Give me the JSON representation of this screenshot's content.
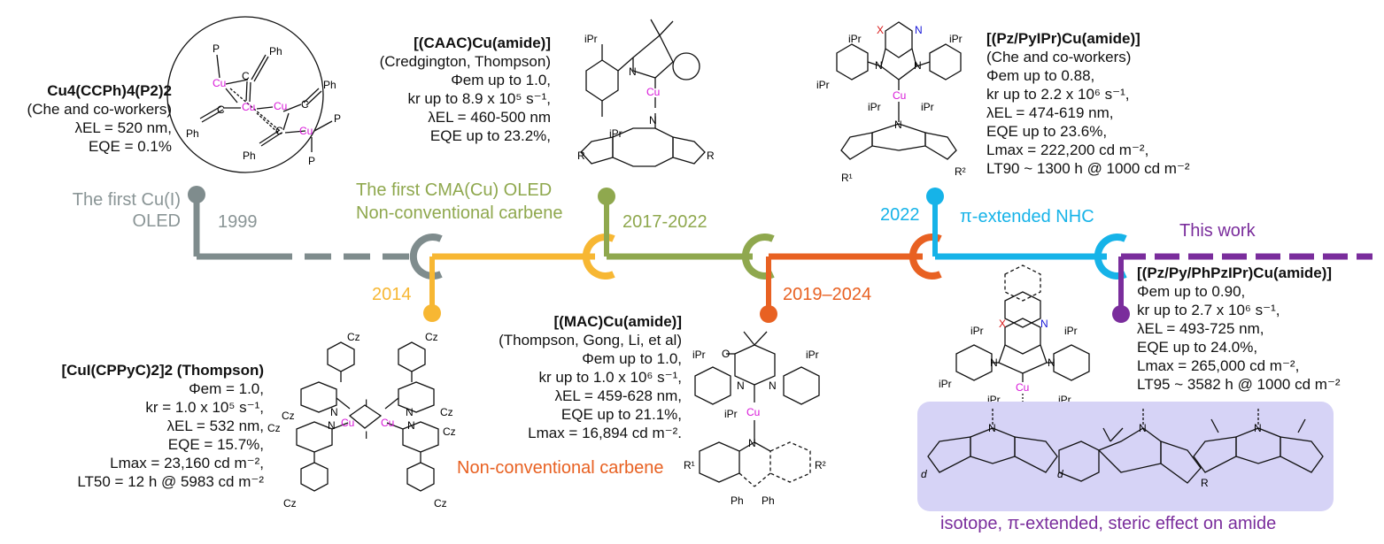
{
  "colors": {
    "gray": "#7f8c8d",
    "yellow": "#f7b733",
    "green": "#8fa84e",
    "orange": "#e86122",
    "cyan": "#16b3e8",
    "purple": "#7a2d9c",
    "cu": "#d816d8",
    "panel": "#d6d3f6"
  },
  "milestones": [
    {
      "year": "1999",
      "title_lines": [
        "The first Cu(I)",
        "OLED"
      ]
    },
    {
      "year": "2014"
    },
    {
      "year": "2017-2022",
      "title_lines": [
        "The first CMA(Cu) OLED",
        "Non-conventional carbene"
      ]
    },
    {
      "year": "2019–2024",
      "title_lines": [
        "Non-conventional carbene"
      ]
    },
    {
      "year": "2022",
      "title_lines": [
        "π-extended NHC"
      ]
    },
    {
      "title_lines": [
        "This work"
      ]
    }
  ],
  "compounds": {
    "cu4": {
      "name": "Cu4(CCPh)4(P2)2",
      "lines": [
        "(Che and co-workers)",
        "λEL = 520 nm,",
        "EQE = 0.1%"
      ]
    },
    "caac": {
      "name": "[(CAAC)Cu(amide)]",
      "lines": [
        "(Credgington, Thompson)",
        "Φem up to 1.0,",
        "kr up to 8.9 x 10⁵ s⁻¹,",
        "λEL = 460-500 nm",
        "EQE up to 23.2%,"
      ]
    },
    "pzpyipr": {
      "name": "[(Pz/PyIPr)Cu(amide)]",
      "lines": [
        "(Che and co-workers)",
        "Φem up to 0.88,",
        "kr up to 2.2 x 10⁶ s⁻¹,",
        "λEL = 474-619 nm,",
        "EQE up to 23.6%,",
        "Lmax = 222,200 cd m⁻²,",
        "LT90 ~ 1300 h @ 1000 cd m⁻²"
      ]
    },
    "cuicppyc": {
      "name": "[CuI(CPPyC)2]2 (Thompson)",
      "lines": [
        "Φem = 1.0,",
        "kr = 1.0 x 10⁵ s⁻¹,",
        "λEL = 532 nm,",
        "EQE = 15.7%,",
        "Lmax = 23,160 cd m⁻²,",
        "LT50 = 12 h @ 5983 cd m⁻²"
      ]
    },
    "mac": {
      "name": "[(MAC)Cu(amide)]",
      "lines": [
        "(Thompson, Gong, Li, et al)",
        "Φem up to 1.0,",
        "kr up to 1.0 x 10⁶ s⁻¹,",
        "λEL = 459-628 nm,",
        "EQE up to 21.1%,",
        "Lmax = 16,894 cd m⁻²."
      ]
    },
    "thiswork": {
      "name": "[(Pz/Py/PhPzIPr)Cu(amide)]",
      "lines": [
        "Φem up to 0.90,",
        "kr up to 2.7 x 10⁶ s⁻¹,",
        "λEL = 493-725 nm,",
        "EQE up to 24.0%,",
        "Lmax = 265,000 cd m⁻²,",
        "LT95 ~ 3582 h @ 1000 cd m⁻²"
      ]
    }
  },
  "panel_caption": "isotope, π-extended, steric effect on amide",
  "atoms": {
    "cu": "Cu",
    "p": "P",
    "ph": "Ph",
    "n": "N",
    "x": "X",
    "o": "O",
    "i": "I",
    "ipr": "iPr",
    "cz": "Cz",
    "r": "R",
    "r1": "R¹",
    "r2": "R²",
    "d": "d"
  }
}
